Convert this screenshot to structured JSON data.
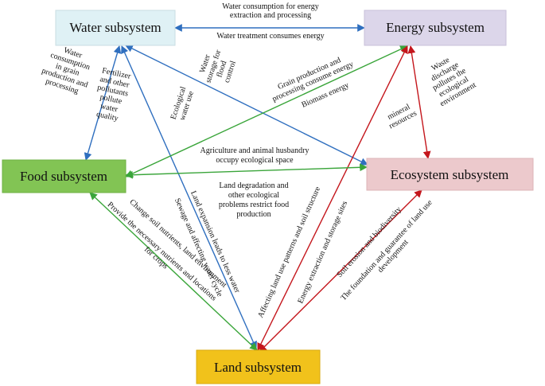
{
  "colors": {
    "blue": "#2f6fbf",
    "red": "#c4161c",
    "green": "#3aa53a",
    "water_fill": "#dff1f5",
    "energy_fill": "#dcd6ea",
    "food_fill": "#82c454",
    "eco_fill": "#ecc9cc",
    "land_fill": "#f1c21b"
  },
  "nodes": {
    "water": "Water subsystem",
    "energy": "Energy subsystem",
    "food": "Food subsystem",
    "ecosystem": "Ecosystem subsystem",
    "land": "Land subsystem"
  },
  "labels": {
    "water_energy_top": [
      "Water consumption for energy",
      "extraction and processing"
    ],
    "water_energy_bottom": [
      "Water treatment consumes energy"
    ],
    "water_consumption_grain": [
      "Water",
      "consumption",
      "in grain",
      "production and",
      "processing"
    ],
    "fertilizer": [
      "Fertilizer",
      "and other",
      "pollutants",
      "pollute",
      "water",
      "quality"
    ],
    "ecological_water_use": [
      "Ecological",
      "water use"
    ],
    "water_storage": [
      "Water",
      "storage for",
      "flood",
      "control"
    ],
    "grain_energy": [
      "Grain production and",
      "processing consume energy"
    ],
    "biomass": [
      "Biomass energy"
    ],
    "waste_discharge": [
      "Waste",
      "discharge",
      "pollutes the",
      "ecological",
      "environment"
    ],
    "mineral": [
      "mineral",
      "resources"
    ],
    "agri_eco": [
      "Agriculture and animal husbandry",
      "occupy ecological space"
    ],
    "land_degradation": [
      "Land degradation and",
      "other ecological",
      "problems restrict food",
      "production"
    ],
    "soil_nutrients": [
      "Change soil nutrients, land environment"
    ],
    "nutrients_crops": [
      "Provide the necessary nutrients and locations",
      "for crops"
    ],
    "land_expansion": [
      "Land expansion leads to less water"
    ],
    "sewage": [
      "Sewage and affecting water cycle"
    ],
    "land_use_patterns": [
      "Affecting land use patterns and soil structure"
    ],
    "energy_extraction": [
      "Energy extraction and storage sites"
    ],
    "soil_erosion": [
      "Soil erosion and biodiversity"
    ],
    "foundation": [
      "The foundation and guarantee of land use",
      "development"
    ]
  }
}
